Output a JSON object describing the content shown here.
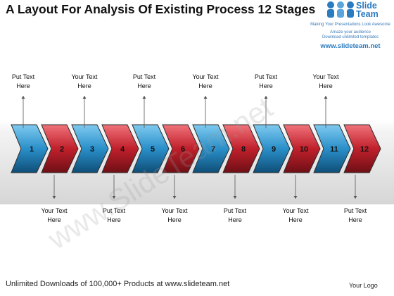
{
  "title": "A Layout For Analysis Of Existing Process 12 Stages",
  "logo": {
    "brand_line1": "Slide",
    "brand_line2": "Team",
    "tagline1": "Making Your Presentations Look Awesome",
    "tagline2": "Amaze your audience",
    "tagline3": "Download unlimited templates",
    "site": "www.slideteam.net"
  },
  "stages": [
    {
      "number": "1",
      "color": "blue"
    },
    {
      "number": "2",
      "color": "red"
    },
    {
      "number": "3",
      "color": "blue"
    },
    {
      "number": "4",
      "color": "red"
    },
    {
      "number": "5",
      "color": "blue"
    },
    {
      "number": "6",
      "color": "red"
    },
    {
      "number": "7",
      "color": "blue"
    },
    {
      "number": "8",
      "color": "red"
    },
    {
      "number": "9",
      "color": "blue"
    },
    {
      "number": "10",
      "color": "red"
    },
    {
      "number": "11",
      "color": "blue"
    },
    {
      "number": "12",
      "color": "red"
    }
  ],
  "colors": {
    "blue": "#2a8fc9",
    "red": "#c0202b",
    "blue_dark": "#0f4e77",
    "red_dark": "#6e0f16"
  },
  "top_labels": [
    {
      "line1": "Put Text",
      "line2": "Here"
    },
    {
      "line1": "Your Text",
      "line2": "Here"
    },
    {
      "line1": "Put Text",
      "line2": "Here"
    },
    {
      "line1": "Your Text",
      "line2": "Here"
    },
    {
      "line1": "Put Text",
      "line2": "Here"
    },
    {
      "line1": "Your Text",
      "line2": "Here"
    }
  ],
  "bottom_labels": [
    {
      "line1": "Your Text",
      "line2": "Here"
    },
    {
      "line1": "Put Text",
      "line2": "Here"
    },
    {
      "line1": "Your Text",
      "line2": "Here"
    },
    {
      "line1": "Put Text",
      "line2": "Here"
    },
    {
      "line1": "Your Text",
      "line2": "Here"
    },
    {
      "line1": "Put Text",
      "line2": "Here"
    }
  ],
  "watermark": "www.SlideTeam.net",
  "footer": "Unlimited Downloads of 100,000+ Products at www.slideteam.net",
  "your_logo": "Your Logo"
}
